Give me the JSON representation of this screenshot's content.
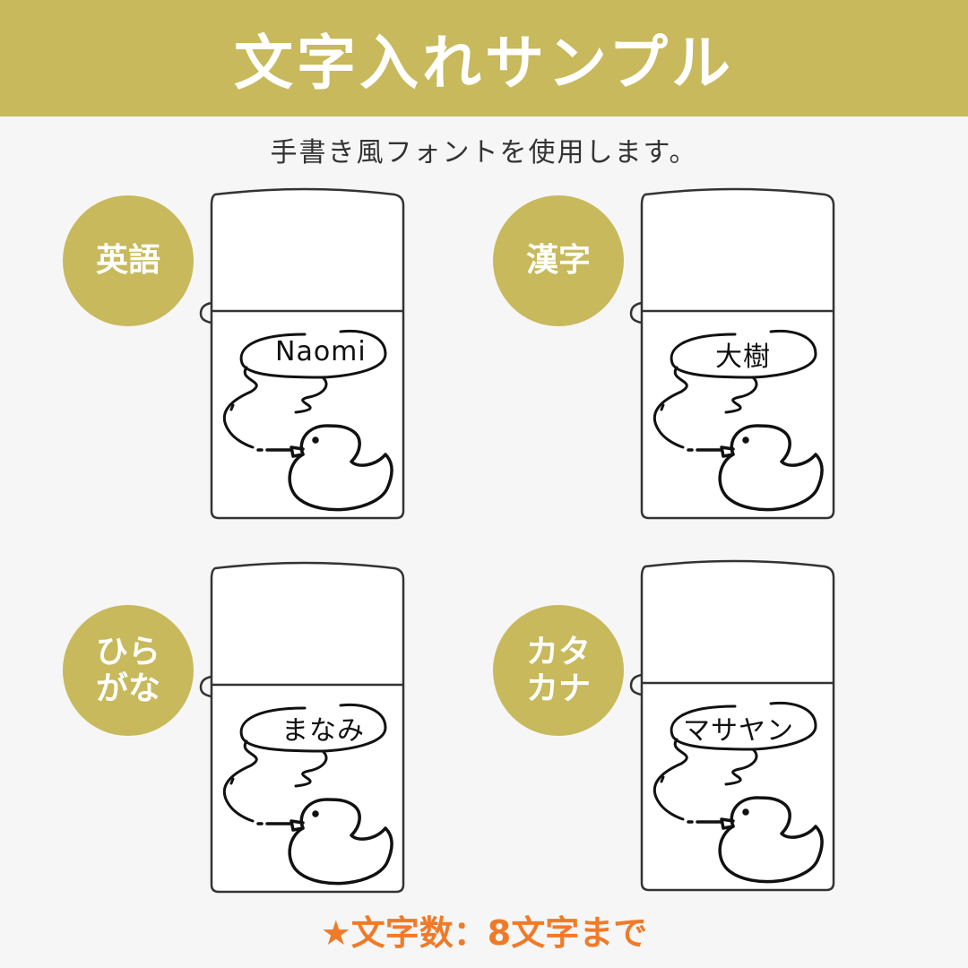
{
  "header": {
    "title": "文字入れサンプル"
  },
  "subtitle": "手書き風フォントを使用します。",
  "samples": [
    {
      "badge": [
        "英語"
      ],
      "name": "Naomi"
    },
    {
      "badge": [
        "漢字"
      ],
      "name": "大樹"
    },
    {
      "badge": [
        "ひら",
        "がな"
      ],
      "name": "まなみ"
    },
    {
      "badge": [
        "カタ",
        "カナ"
      ],
      "name": "マサヤン"
    }
  ],
  "footer": {
    "note": "★文字数：8文字まで"
  },
  "colors": {
    "accent": "#c7b95c",
    "note": "#ee7b2a",
    "background": "#f6f6f6"
  }
}
